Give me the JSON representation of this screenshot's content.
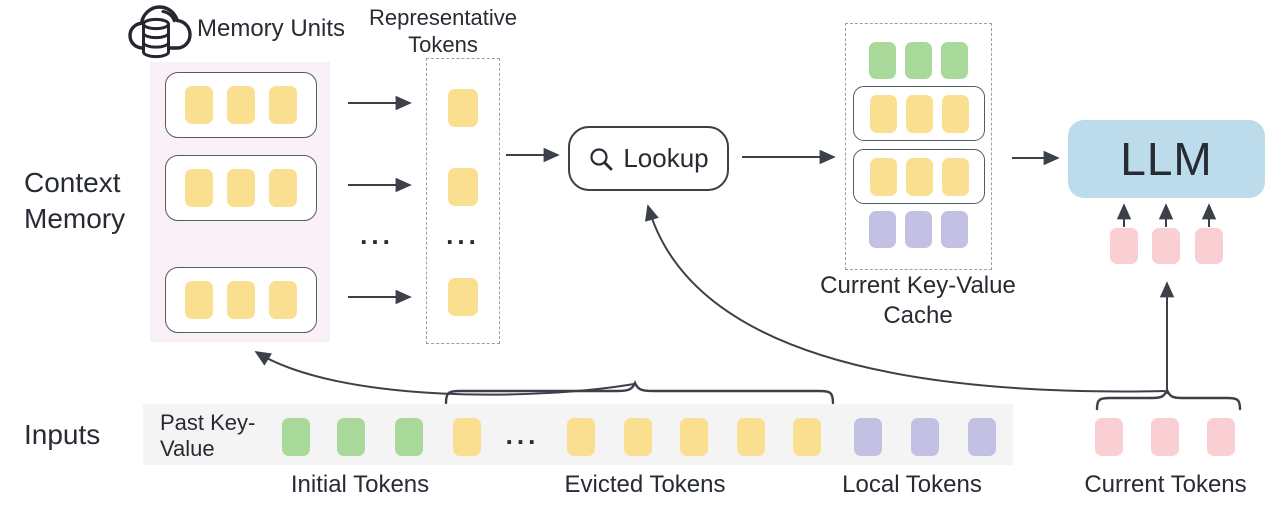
{
  "figure": {
    "ellipsis": "...",
    "context_memory": {
      "section_label": "Context Memory",
      "memory_units_label": "Memory Units",
      "units_shown": 3,
      "tokens_per_unit": 3,
      "panel_color": "#FAF0F8",
      "memory_token_color": "#FBDF90"
    },
    "representative_tokens": {
      "label": "Representative Tokens",
      "tokens_shown": 3,
      "token_color": "#FBDF90"
    },
    "lookup": {
      "label": "Lookup",
      "icon": "search-icon"
    },
    "current_kv_cache": {
      "label": "Current Key-Value Cache",
      "rows": [
        {
          "name": "initial-tokens",
          "color": "#A9D89B",
          "count": 3,
          "boxed": false
        },
        {
          "name": "memory-unit",
          "color": "#FBDF90",
          "count": 3,
          "boxed": true
        },
        {
          "name": "memory-unit",
          "color": "#FBDF90",
          "count": 3,
          "boxed": true
        },
        {
          "name": "local-tokens",
          "color": "#C3C1E3",
          "count": 3,
          "boxed": false
        }
      ]
    },
    "llm": {
      "label": "LLM",
      "box_color": "#BCDCEC",
      "input_token_color": "#FACFD3",
      "input_tokens_shown": 3
    },
    "inputs": {
      "section_label": "Inputs",
      "strip_label": "Past Key-Value",
      "strip_color": "#F3F4F3",
      "groups": [
        {
          "label": "Initial Tokens",
          "color": "#A9D89B",
          "count": 3,
          "elided": false
        },
        {
          "label": "Evicted Tokens",
          "color": "#FBDF90",
          "count": 6,
          "elided": true
        },
        {
          "label": "Local Tokens",
          "color": "#C3C1E3",
          "count": 3,
          "elided": false
        },
        {
          "label": "Current Tokens",
          "color": "#FACFD3",
          "count": 3,
          "elided": false
        }
      ]
    }
  }
}
